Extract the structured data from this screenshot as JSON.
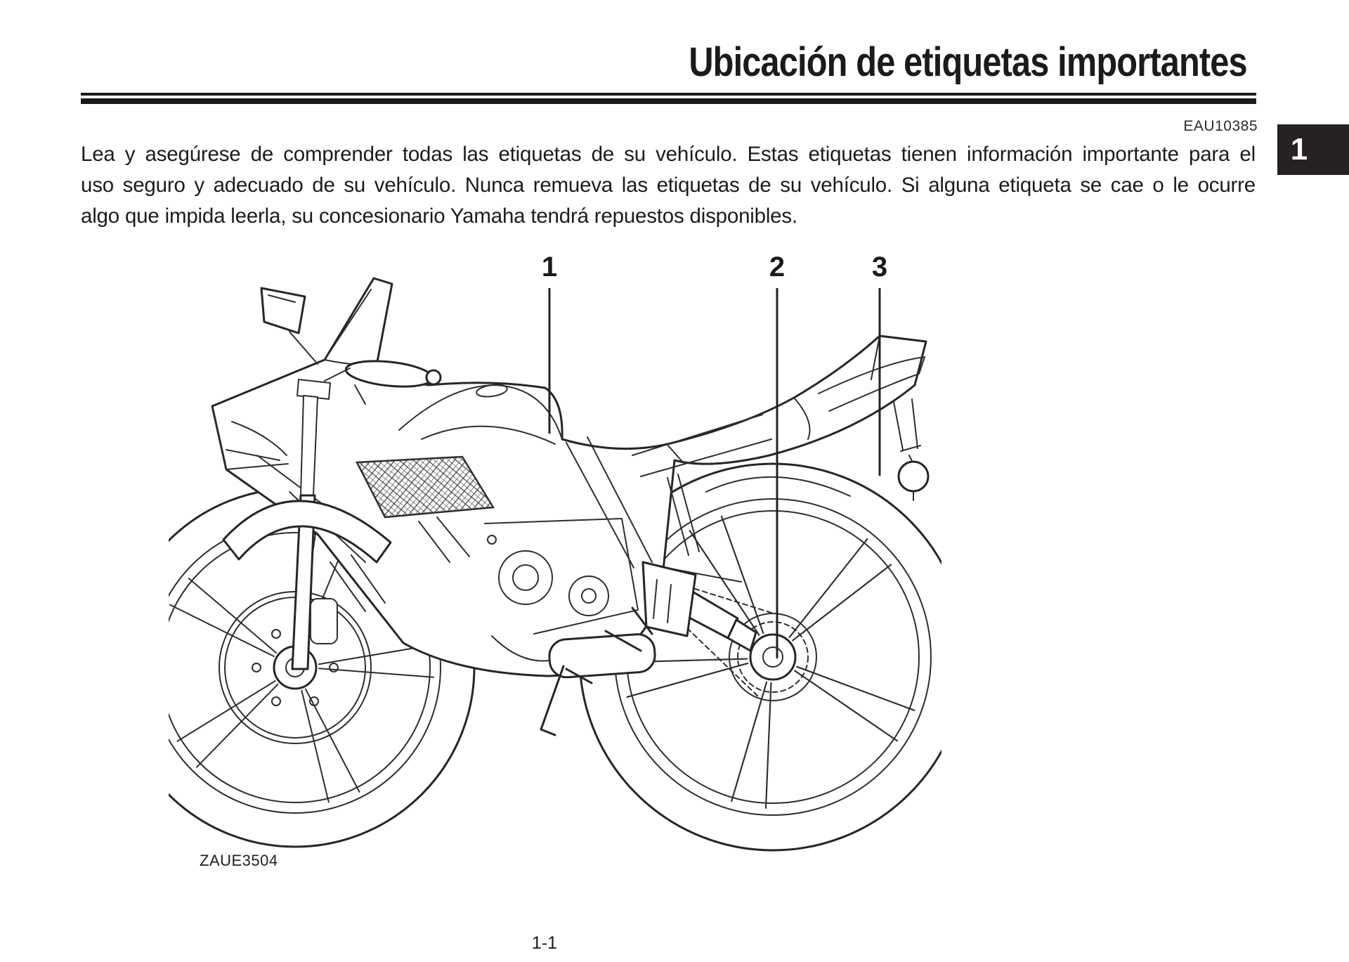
{
  "header": {
    "title": "Ubicación de etiquetas importantes"
  },
  "ref_code": "EAU10385",
  "chapter_tab": "1",
  "paragraph_lines": [
    "Lea y asegúrese de comprender todas las etiquetas de su vehículo. Estas etiquetas tienen información importante para el",
    "uso seguro y adecuado de su vehículo. Nunca remueva las etiquetas de su vehículo. Si alguna etiqueta se cae o le ocurre",
    "algo que impida leerla, su concesionario Yamaha tendrá repuestos disponibles."
  ],
  "figure": {
    "callouts": [
      "1",
      "2",
      "3"
    ],
    "code": "ZAUE3504"
  },
  "page_number": "1-1",
  "colors": {
    "ink": "#1c1c1c",
    "tab_bg": "#262223",
    "tab_fg": "#ffffff"
  }
}
